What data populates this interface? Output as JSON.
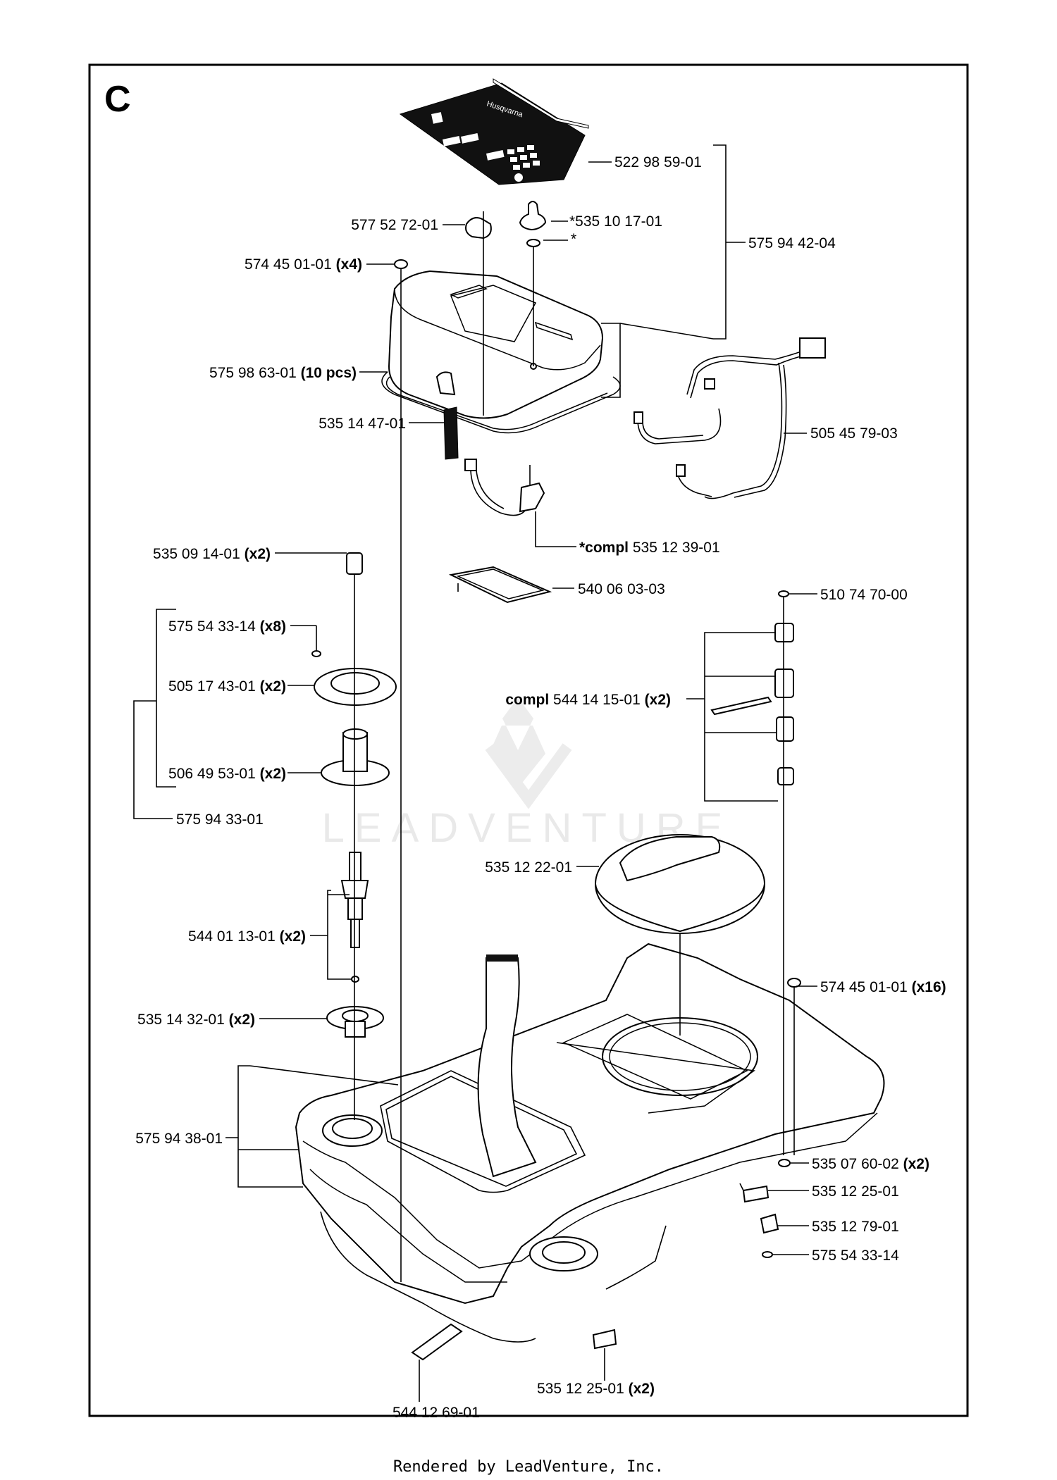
{
  "section_letter": "C",
  "watermark": "LEADVENTURE",
  "footer": "Rendered by LeadVenture, Inc.",
  "labels": [
    {
      "id": "l01",
      "num": "522 98 59-01",
      "suffix": ""
    },
    {
      "id": "l02",
      "num": "577 52 72-01",
      "suffix": ""
    },
    {
      "id": "l03",
      "num": "*535 10 17-01",
      "suffix": ""
    },
    {
      "id": "l04",
      "num": "*",
      "suffix": ""
    },
    {
      "id": "l05",
      "num": "575 94 42-04",
      "suffix": ""
    },
    {
      "id": "l06",
      "num": "574 45 01-01",
      "suffix": "(x4)"
    },
    {
      "id": "l07",
      "num": "575 98 63-01",
      "suffix": "(10 pcs)"
    },
    {
      "id": "l08",
      "num": "535 14 47-01",
      "suffix": ""
    },
    {
      "id": "l09",
      "num": "505 45 79-03",
      "suffix": ""
    },
    {
      "id": "l10",
      "prefix": "*compl",
      "num": "535 12 39-01",
      "suffix": ""
    },
    {
      "id": "l11",
      "num": "535 09 14-01",
      "suffix": "(x2)"
    },
    {
      "id": "l12",
      "num": "540 06 03-03",
      "suffix": ""
    },
    {
      "id": "l13",
      "num": "510 74 70-00",
      "suffix": ""
    },
    {
      "id": "l14",
      "num": "575 54 33-14",
      "suffix": "(x8)"
    },
    {
      "id": "l15",
      "num": "505 17 43-01",
      "suffix": "(x2)"
    },
    {
      "id": "l16",
      "prefix": "compl",
      "num": "544 14 15-01",
      "suffix": "(x2)"
    },
    {
      "id": "l17",
      "num": "506 49 53-01",
      "suffix": "(x2)"
    },
    {
      "id": "l18",
      "num": "575 94 33-01",
      "suffix": ""
    },
    {
      "id": "l19",
      "num": "535 12 22-01",
      "suffix": ""
    },
    {
      "id": "l20",
      "num": "544 01 13-01",
      "suffix": "(x2)"
    },
    {
      "id": "l21",
      "num": "574 45 01-01",
      "suffix": "(x16)"
    },
    {
      "id": "l22",
      "num": "535 14 32-01",
      "suffix": "(x2)"
    },
    {
      "id": "l23",
      "num": "575 94 38-01",
      "suffix": ""
    },
    {
      "id": "l24",
      "num": "535 07 60-02",
      "suffix": "(x2)"
    },
    {
      "id": "l25",
      "num": "535 12 25-01",
      "suffix": ""
    },
    {
      "id": "l26",
      "num": "535 12 79-01",
      "suffix": ""
    },
    {
      "id": "l27",
      "num": "575 54 33-14",
      "suffix": ""
    },
    {
      "id": "l28",
      "num": "535 12 25-01",
      "suffix": "(x2)"
    },
    {
      "id": "l29",
      "num": "544 12 69-01",
      "suffix": ""
    }
  ],
  "logo_text": "Husqvarna"
}
